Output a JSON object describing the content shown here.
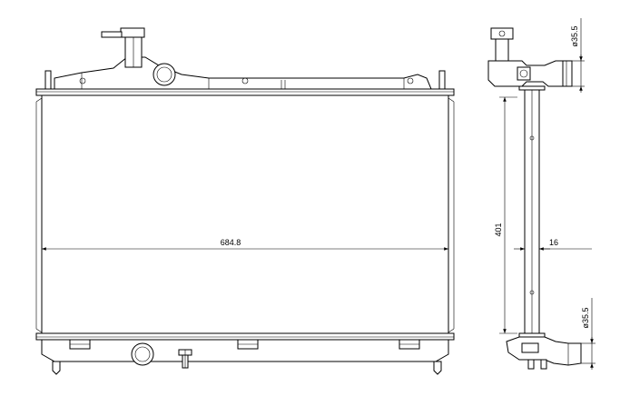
{
  "dimensions": {
    "width": "684.8",
    "height": "401",
    "core_thickness": "16",
    "inlet_diameter": "ø35.5",
    "outlet_diameter": "ø35.5"
  }
}
